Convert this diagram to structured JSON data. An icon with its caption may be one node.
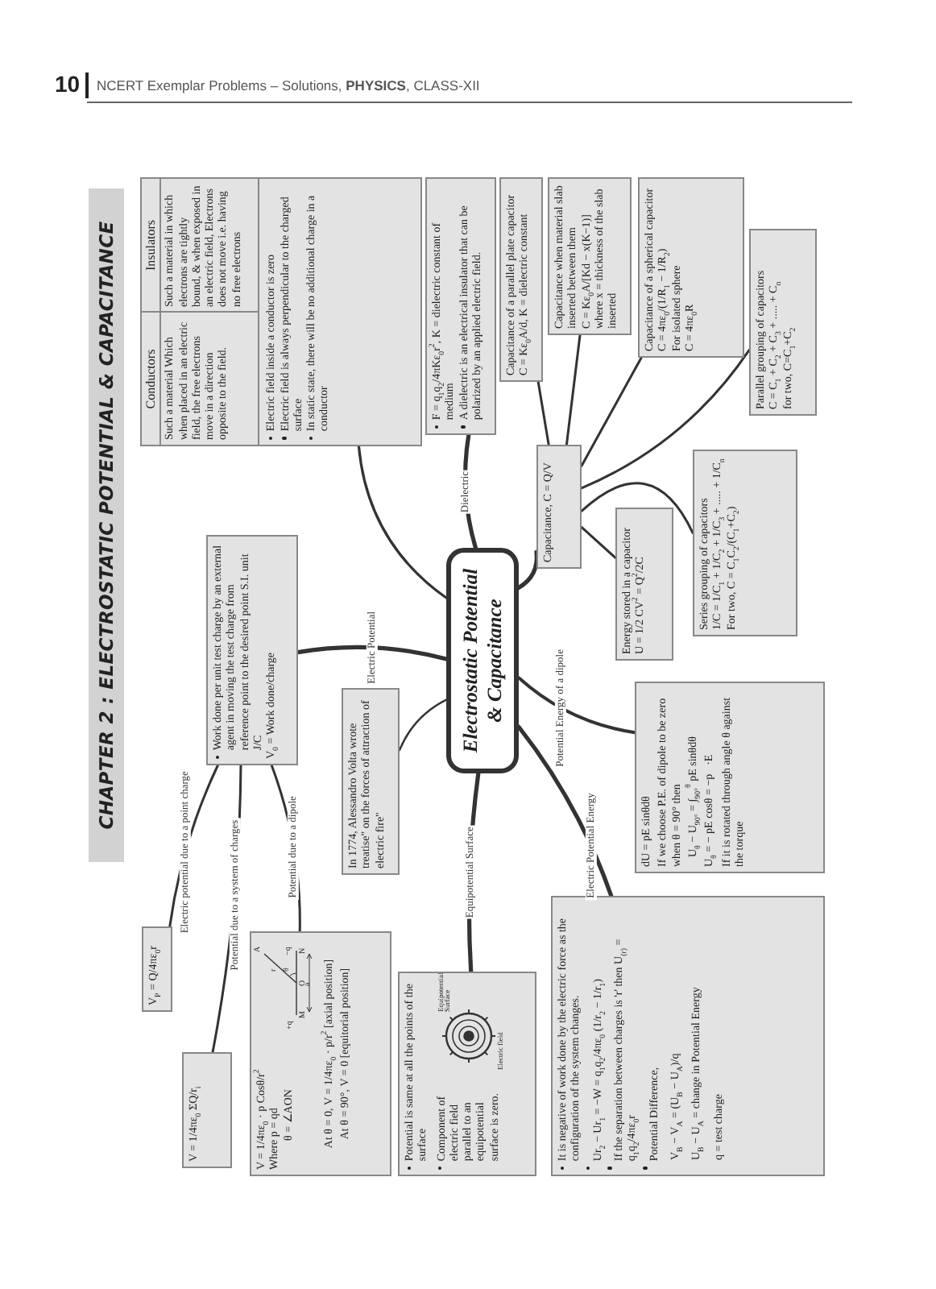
{
  "diagram": {
    "title": "CHAPTER 2 : ELECTROSTATIC POTENTIAL & CAPACITANCE",
    "nodes": [
      {
        "text": [
          "Electrostatic Potential & Capacitance"
        ]
      },
      {
        "text": [
          "Conductors",
          "Insulators",
          "Such a material Which when placed in an electric field, the free electrons move in a direction opposite to the field.",
          "Such a material in which electrons are tightly bound, & when exposed in an electric field, Electrons does not move i.e. having no free electrons",
          "Electric field inside a conductor is zero",
          "Electric field is always perpendicular to the charged surface",
          "In static state, there will be no additional charge in a conductor"
        ]
      },
      {
        "text": [
          "F = q$_{1}$q$_{2}$/4πKε$_{0}$r$^{2}$, K = dielectric constant of medium",
          "A dielectric is an electrical insulator that can be polarized by an applied electric field."
        ]
      },
      {
        "text": [
          "Work done per unit test charge by an external agent in moving the test charge from reference point to the desired point S.I. unit J/C",
          "V$_{0}$ = Work done/charge"
        ]
      },
      {
        "text": [
          "V$_{P}$ = Q/4πε$_{0}$r"
        ]
      },
      {
        "text": [
          "V = 1/4πε$_{0}$ ΣQ/r$_{i}$"
        ]
      },
      {
        "text": [
          "V = 1/4πε$_{0}$ · p Cosθ/r$^{2}$",
          "Where p = qd",
          "θ = ∠AON",
          "At θ = 0, V = 1/4πε$_{0}$ · p/r$^{2}$ [axial position]",
          "At θ = 90°, V = 0 [equitorial position]"
        ]
      },
      {
        "text": [
          "In 1774, Alessandro Volta wrote treatise\" on the forces of attraction of electric fire\""
        ]
      },
      {
        "text": [
          "Potential is same at all the points of the surface",
          "Component of electric field parallel to an equipotential surface is zero."
        ]
      },
      {
        "text": [
          "It is negative of work done by the electric force as the configuration of the system changes.",
          "Ur$_{2}$ − Ur$_{1}$ = −W = q$_{1}$q$_{2}$/4πε$_{0}$ (1/r$_{2}$ − 1/r$_{1}$)",
          "If the separation between charges is 'r' then U$_{(r)}$ = q$_{1}$q$_{2}$/4πε$_{0}$r",
          "Potential Difference,",
          "V$_{B}$ − V$_{A}$ = (U$_{B}$ − U$_{A}$)/q",
          "U$_{B}$ − U$_{A}$ = change in Potential Energy",
          "q = test charge"
        ]
      },
      {
        "text": [
          "dU = pE sinθdθ",
          "If we choose P.E. of dipole to be zero when θ = 90° then",
          "U$_{θ}$ − U$_{90°}$ = ∫$_{90°}$$^{θ}$ pE sinθdθ",
          "U$_{θ}$ = − pE cosθ = −p⃗·E⃗",
          "If it is rotated through angle θ against the torque"
        ]
      },
      {
        "text": [
          "Capacitance, C = Q/V"
        ]
      },
      {
        "text": [
          "Energy stored in a capacitor",
          "U = 1/2 CV$^{2}$ = Q$^{2}$/2C"
        ]
      },
      {
        "text": [
          "Series grouping of capacitors",
          "1/C = 1/C$_{1}$ + 1/C$_{2}$ + 1/C$_{3}$ + ..... + 1/C$_{n}$",
          "For two, C = C$_{1}$C$_{2}$/(C$_{1}$+C$_{2}$)"
        ]
      },
      {
        "text": [
          "Capacitance of a parallel plate capacitor",
          "C = Kε$_{0}$A/d,   K = dielectric constant"
        ]
      },
      {
        "text": [
          "Capacitance when material slab inserted between them",
          "C = Kε$_{0}$A/[Kd − x(K−1)]",
          "where x = thickness of the slab inserted"
        ]
      },
      {
        "text": [
          "Capacitance of a spherical capacitor",
          "C = 4πε$_{0}$/(1/R$_{1}$ − 1/R$_{2}$)",
          "For isolated sphere",
          "C = 4πε$_{0}$R"
        ]
      },
      {
        "text": [
          "Parallel grouping of capacitors",
          "C = C$_{1}$ + C$_{2}$ + C$_{3}$ + ..... + C$_{n}$",
          "for two, C=C$_{1}$+C$_{2}$"
        ]
      }
    ],
    "edges": [
      {
        "from": 0,
        "to": 1,
        "arrow": "none"
      },
      {
        "from": 0,
        "to": 3,
        "arrow": "none",
        "label": "Electric Potential"
      },
      {
        "from": 0,
        "to": 2,
        "arrow": "none",
        "label": "Dielectric"
      },
      {
        "from": 0,
        "to": 11,
        "arrow": "none"
      },
      {
        "from": 11,
        "to": 14,
        "arrow": "none"
      },
      {
        "from": 11,
        "to": 15,
        "arrow": "none"
      },
      {
        "from": 11,
        "to": 16,
        "arrow": "none"
      },
      {
        "from": 11,
        "to": 17,
        "arrow": "none"
      },
      {
        "from": 11,
        "to": 13,
        "arrow": "none"
      },
      {
        "from": 11,
        "to": 12,
        "arrow": "none"
      },
      {
        "from": 3,
        "to": 4,
        "arrow": "none",
        "label": "Electric potential due to a point charge"
      },
      {
        "from": 3,
        "to": 5,
        "arrow": "none",
        "label": "Potential due to a system of charges"
      },
      {
        "from": 3,
        "to": 6,
        "arrow": "none",
        "label": "Potential due to a dipole"
      },
      {
        "from": 0,
        "to": 7,
        "arrow": "none"
      },
      {
        "from": 0,
        "to": 8,
        "arrow": "none",
        "label": "Equipotential Surface"
      },
      {
        "from": 0,
        "to": 9,
        "arrow": "none",
        "label": "Electric Potential Energy"
      },
      {
        "from": 0,
        "to": 10,
        "arrow": "none",
        "label": "Potential Energy of a dipole"
      }
    ],
    "labels": [
      "10",
      "NCERT Exemplar Problems – Solutions, **PHYSICS**, CLASS-XII",
      "A",
      "r",
      "+q",
      "θ",
      "−q",
      "M",
      "O",
      "N",
      "a",
      "Equipotential Surface",
      "Electric field"
    ]
  }
}
